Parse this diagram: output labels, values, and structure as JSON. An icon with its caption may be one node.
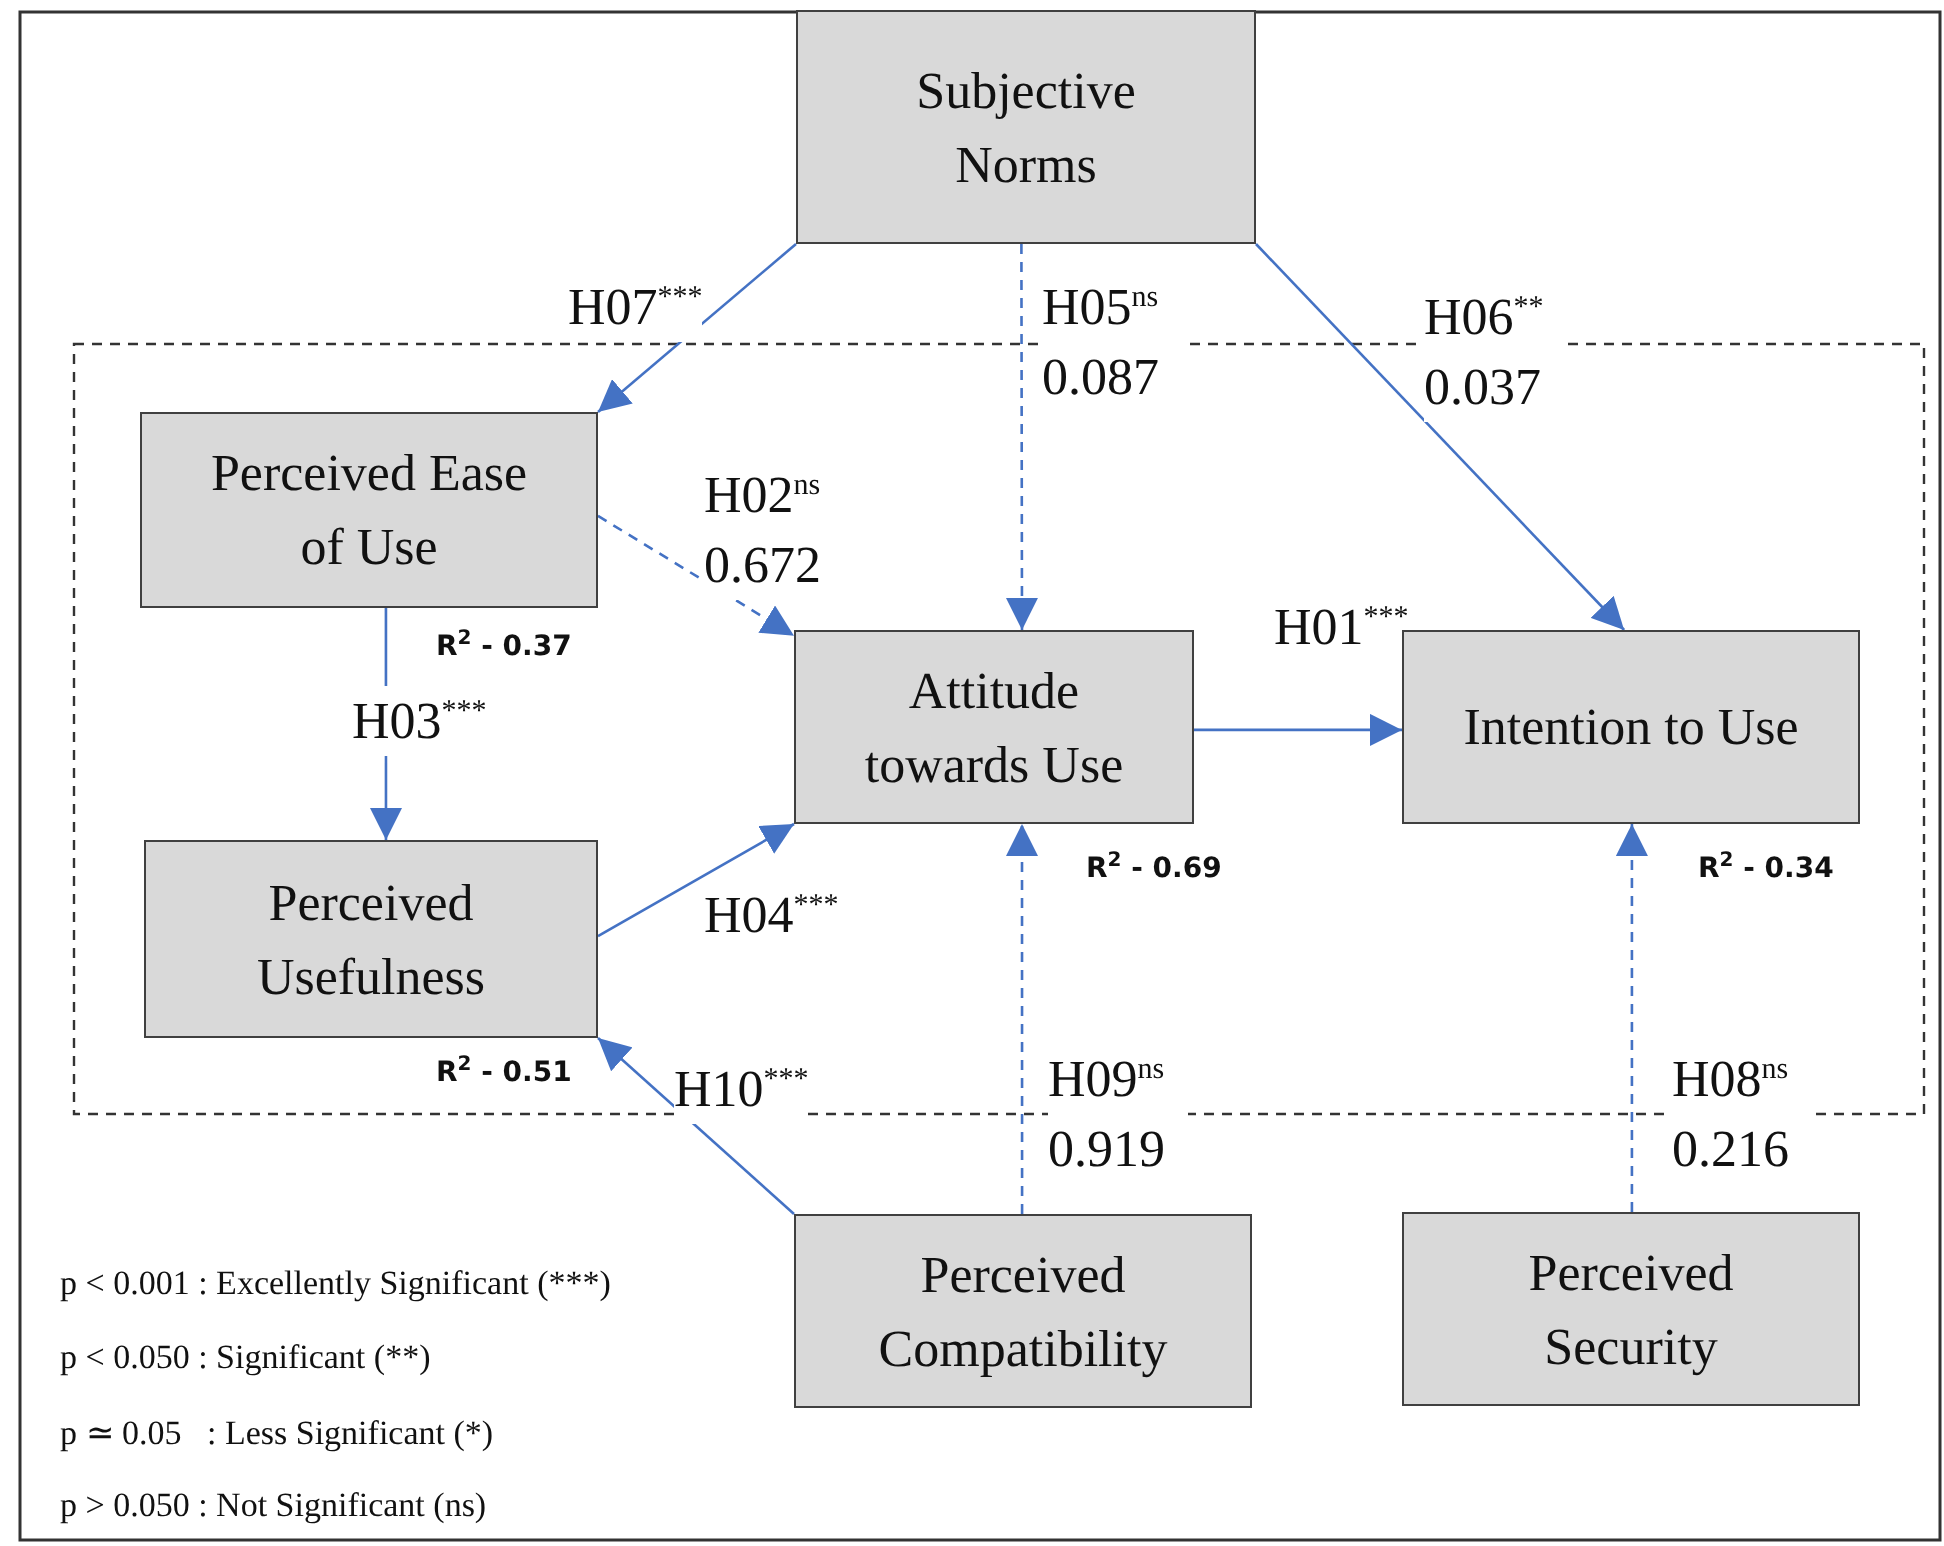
{
  "diagram": {
    "nodes": [
      {
        "text": [
          "Subjective Norms"
        ]
      },
      {
        "text": [
          "Perceived Ease of Use"
        ],
        "beside": [
          "R$^{2}$ - 0.37"
        ]
      },
      {
        "text": [
          "Attitude towards Use"
        ],
        "beside": [
          "R$^{2}$ - 0.69"
        ]
      },
      {
        "text": [
          "Intention to Use"
        ],
        "beside": [
          "R$^{2}$ - 0.34"
        ]
      },
      {
        "text": [
          "Perceived Usefulness"
        ],
        "beside": [
          "R$^{2}$ - 0.51"
        ]
      },
      {
        "text": [
          "Perceived Compatibility"
        ]
      },
      {
        "text": [
          "Perceived Security"
        ]
      }
    ],
    "edges": [
      {
        "from": 0,
        "to": 1,
        "arrow": "to",
        "label": "H07$^{***}$"
      },
      {
        "from": 0,
        "to": 2,
        "arrow": "to",
        "label": "H05$^{ns}$ 0.087",
        "style": "dashed"
      },
      {
        "from": 0,
        "to": 3,
        "arrow": "to",
        "label": "H06$^{**}$ 0.037"
      },
      {
        "from": 1,
        "to": 2,
        "arrow": "to",
        "label": "H02$^{ns}$ 0.672",
        "style": "dashed"
      },
      {
        "from": 1,
        "to": 4,
        "arrow": "to",
        "label": "H03$^{***}$"
      },
      {
        "from": 4,
        "to": 2,
        "arrow": "to",
        "label": "H04$^{***}$"
      },
      {
        "from": 2,
        "to": 3,
        "arrow": "to",
        "label": "H01$^{***}$"
      },
      {
        "from": 5,
        "to": 4,
        "arrow": "to",
        "label": "H10$^{***}$"
      },
      {
        "from": 5,
        "to": 2,
        "arrow": "to",
        "label": "H09$^{ns}$ 0.919",
        "style": "dashed"
      },
      {
        "from": 6,
        "to": 3,
        "arrow": "to",
        "label": "H08$^{ns}$ 0.216",
        "style": "dashed"
      }
    ],
    "labels": [
      "p < 0.001 : Excellently Significant (***)",
      "p < 0.050 : Significant (**)",
      "p ≃ 0.05   : Less Significant (*)",
      "p > 0.050 : Not Significant (ns)"
    ]
  }
}
